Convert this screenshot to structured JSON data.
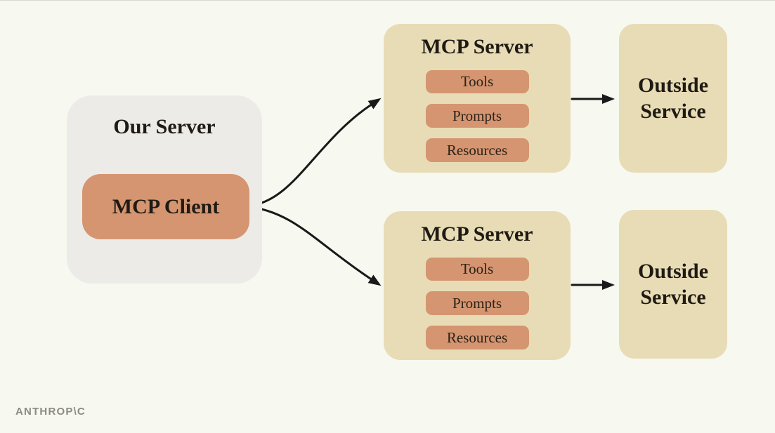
{
  "colors": {
    "background": "#f7f8f0",
    "panel_gray": "#edebe7",
    "tan": "#e8dcb6",
    "salmon": "#d49570",
    "text": "#1f1a13",
    "chip_text": "#2e2218",
    "arrow": "#191919",
    "logo_gray": "#8b8a83"
  },
  "our_server": {
    "title": "Our Server",
    "client": "MCP Client"
  },
  "servers": [
    {
      "title": "MCP Server",
      "chips": [
        "Tools",
        "Prompts",
        "Resources"
      ]
    },
    {
      "title": "MCP Server",
      "chips": [
        "Tools",
        "Prompts",
        "Resources"
      ]
    }
  ],
  "services": [
    {
      "label": "Outside Service"
    },
    {
      "label": "Outside Service"
    }
  ],
  "footer": {
    "logo": "ANTHROP\\C"
  }
}
